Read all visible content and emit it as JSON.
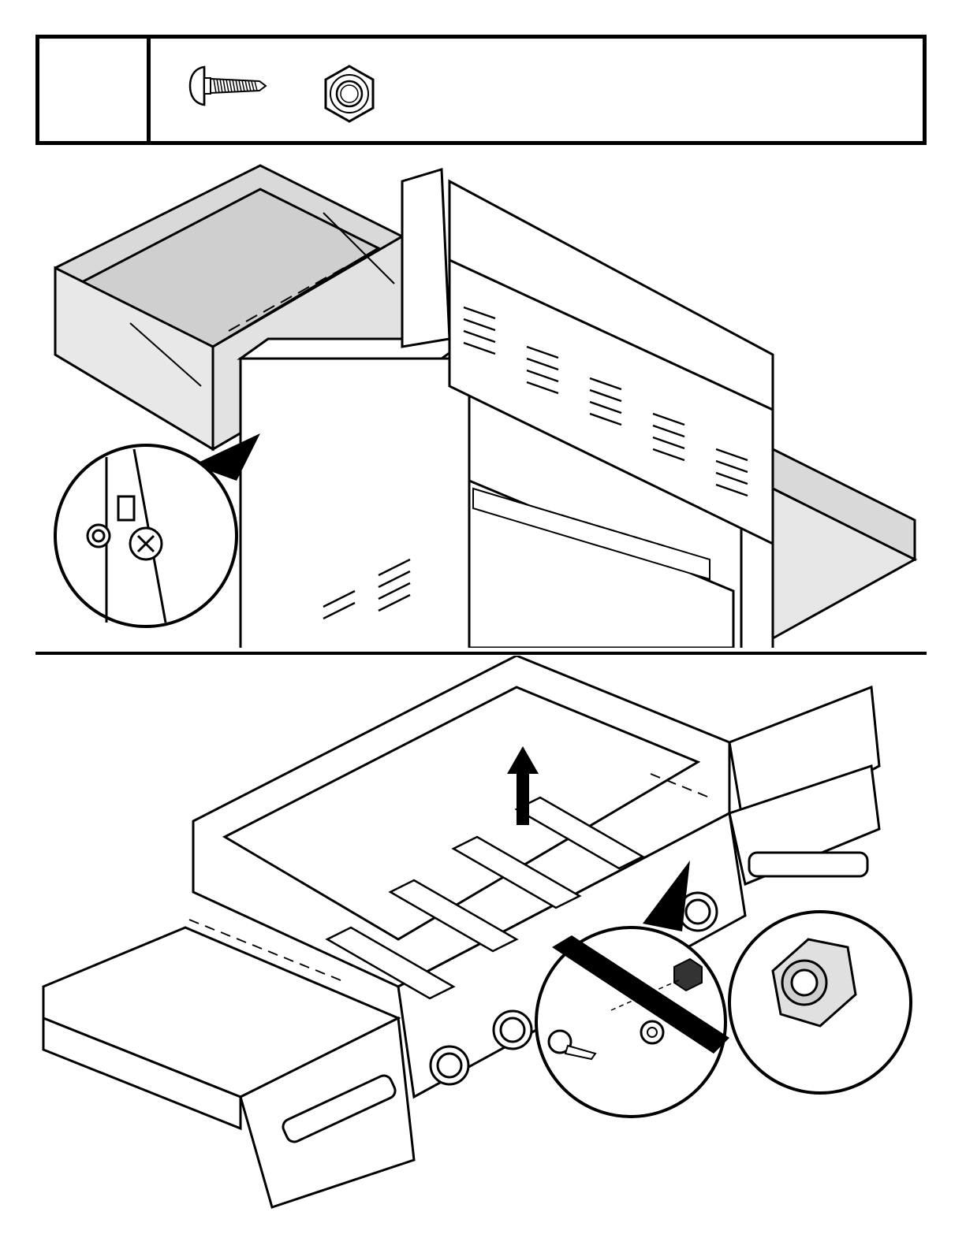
{
  "step": {
    "number": ""
  },
  "hardware": [
    {
      "name": "screw",
      "icon": "screw-icon"
    },
    {
      "name": "nut",
      "icon": "hex-nut-icon"
    }
  ],
  "colors": {
    "ink": "#000000",
    "shade": "#d9d9d9",
    "paper": "#ffffff"
  },
  "figures": [
    {
      "id": "upper",
      "subject": "side-shelf-mounting",
      "detail": "screw-detail-callout"
    },
    {
      "id": "lower",
      "subject": "firebox-with-burners",
      "detail": "bolt-and-nut-detail-callout"
    }
  ]
}
